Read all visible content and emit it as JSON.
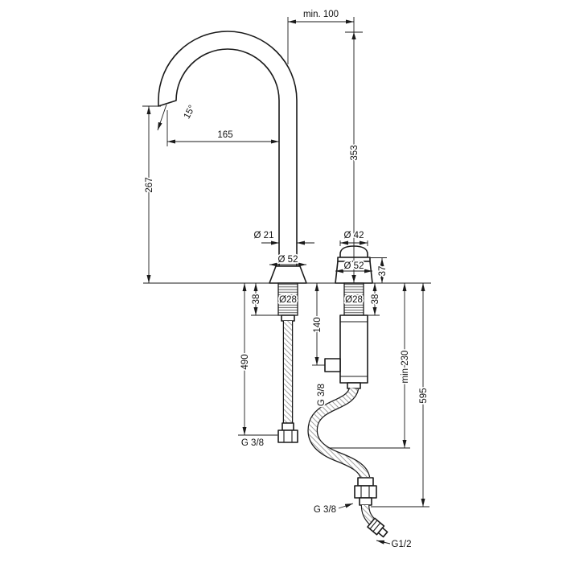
{
  "figure": {
    "type": "faucet-installation-technical-drawing"
  },
  "labels": {
    "min_clearance_top": "min. 100",
    "spout_angle": "15°",
    "spout_reach": "165",
    "total_height": "353",
    "outlet_height": "267",
    "spout_pipe_dia": "Ø 21",
    "handle_dia": "Ø 42",
    "spout_base_dia": "Ø 52",
    "handle_base_dia": "Ø 52",
    "handle_height": "37",
    "spout_shank_dia": "Ø28",
    "handle_shank_dia": "Ø28",
    "spout_shank_len": "38",
    "handle_shank_len": "38",
    "valve_port_depth": "140",
    "spout_hose_len": "490",
    "min_hose_space": "min 230",
    "hose_total_len": "595",
    "valve_port_thread": "G 3/8",
    "spout_hose_thread": "G 3/8",
    "outlet_hose_thread": "G 3/8",
    "supply_thread": "G1/2"
  }
}
